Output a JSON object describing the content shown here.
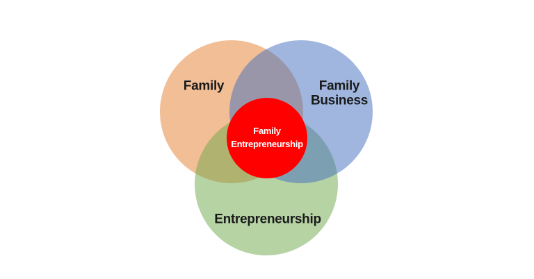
{
  "diagram": {
    "type": "venn",
    "background": "#ffffff",
    "label_color": "#1a1a1a",
    "circles": [
      {
        "id": "family",
        "label": "Family",
        "fill": "rgba(229,125,45,0.5)",
        "display_color": "#f2be96"
      },
      {
        "id": "family-business",
        "label": "Family Business",
        "fill": "rgba(65,109,189,0.5)",
        "display_color": "#a0b6de"
      },
      {
        "id": "entrepreneurship",
        "label": "Entrepreneurship",
        "fill": "rgba(109,167,73,0.5)",
        "display_color": "#b6d3a4"
      }
    ],
    "overlap_colors": {
      "family_x_family_business": "#9c94a8",
      "family_x_entrepreneurship": "#aba964",
      "family_business_x_entrepreneurship": "#7ba0b0"
    },
    "center": {
      "id": "family-entrepreneurship",
      "label": "Family Entrepreneurship",
      "fill": "#ff0000",
      "text_color": "#ffffff"
    }
  }
}
